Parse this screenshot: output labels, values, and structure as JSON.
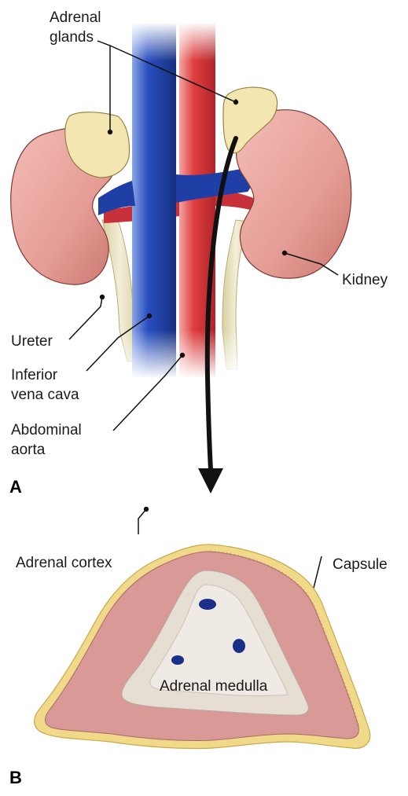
{
  "panel_a": {
    "letter": "A",
    "labels": {
      "adrenal_glands_line1": "Adrenal",
      "adrenal_glands_line2": "glands",
      "kidney": "Kidney",
      "ureter": "Ureter",
      "ivc_line1": "Inferior",
      "ivc_line2": "vena cava",
      "aorta_line1": "Abdominal",
      "aorta_line2": "aorta"
    }
  },
  "panel_b": {
    "letter": "B",
    "labels": {
      "cortex": "Adrenal cortex",
      "capsule": "Capsule",
      "medulla": "Adrenal medulla"
    }
  },
  "colors": {
    "kidney": "#e8a39c",
    "kidney_shadow": "#c97a72",
    "adrenal_gland": "#f3e3a8",
    "vena_cava": "#1f3f9f",
    "aorta": "#d63a3a",
    "ureter": "#e2dcb5",
    "capsule": "#f1d98a",
    "cortex": "#d99a97",
    "medulla": "#e8e2da",
    "vessel_dot": "#1b2f8a"
  }
}
